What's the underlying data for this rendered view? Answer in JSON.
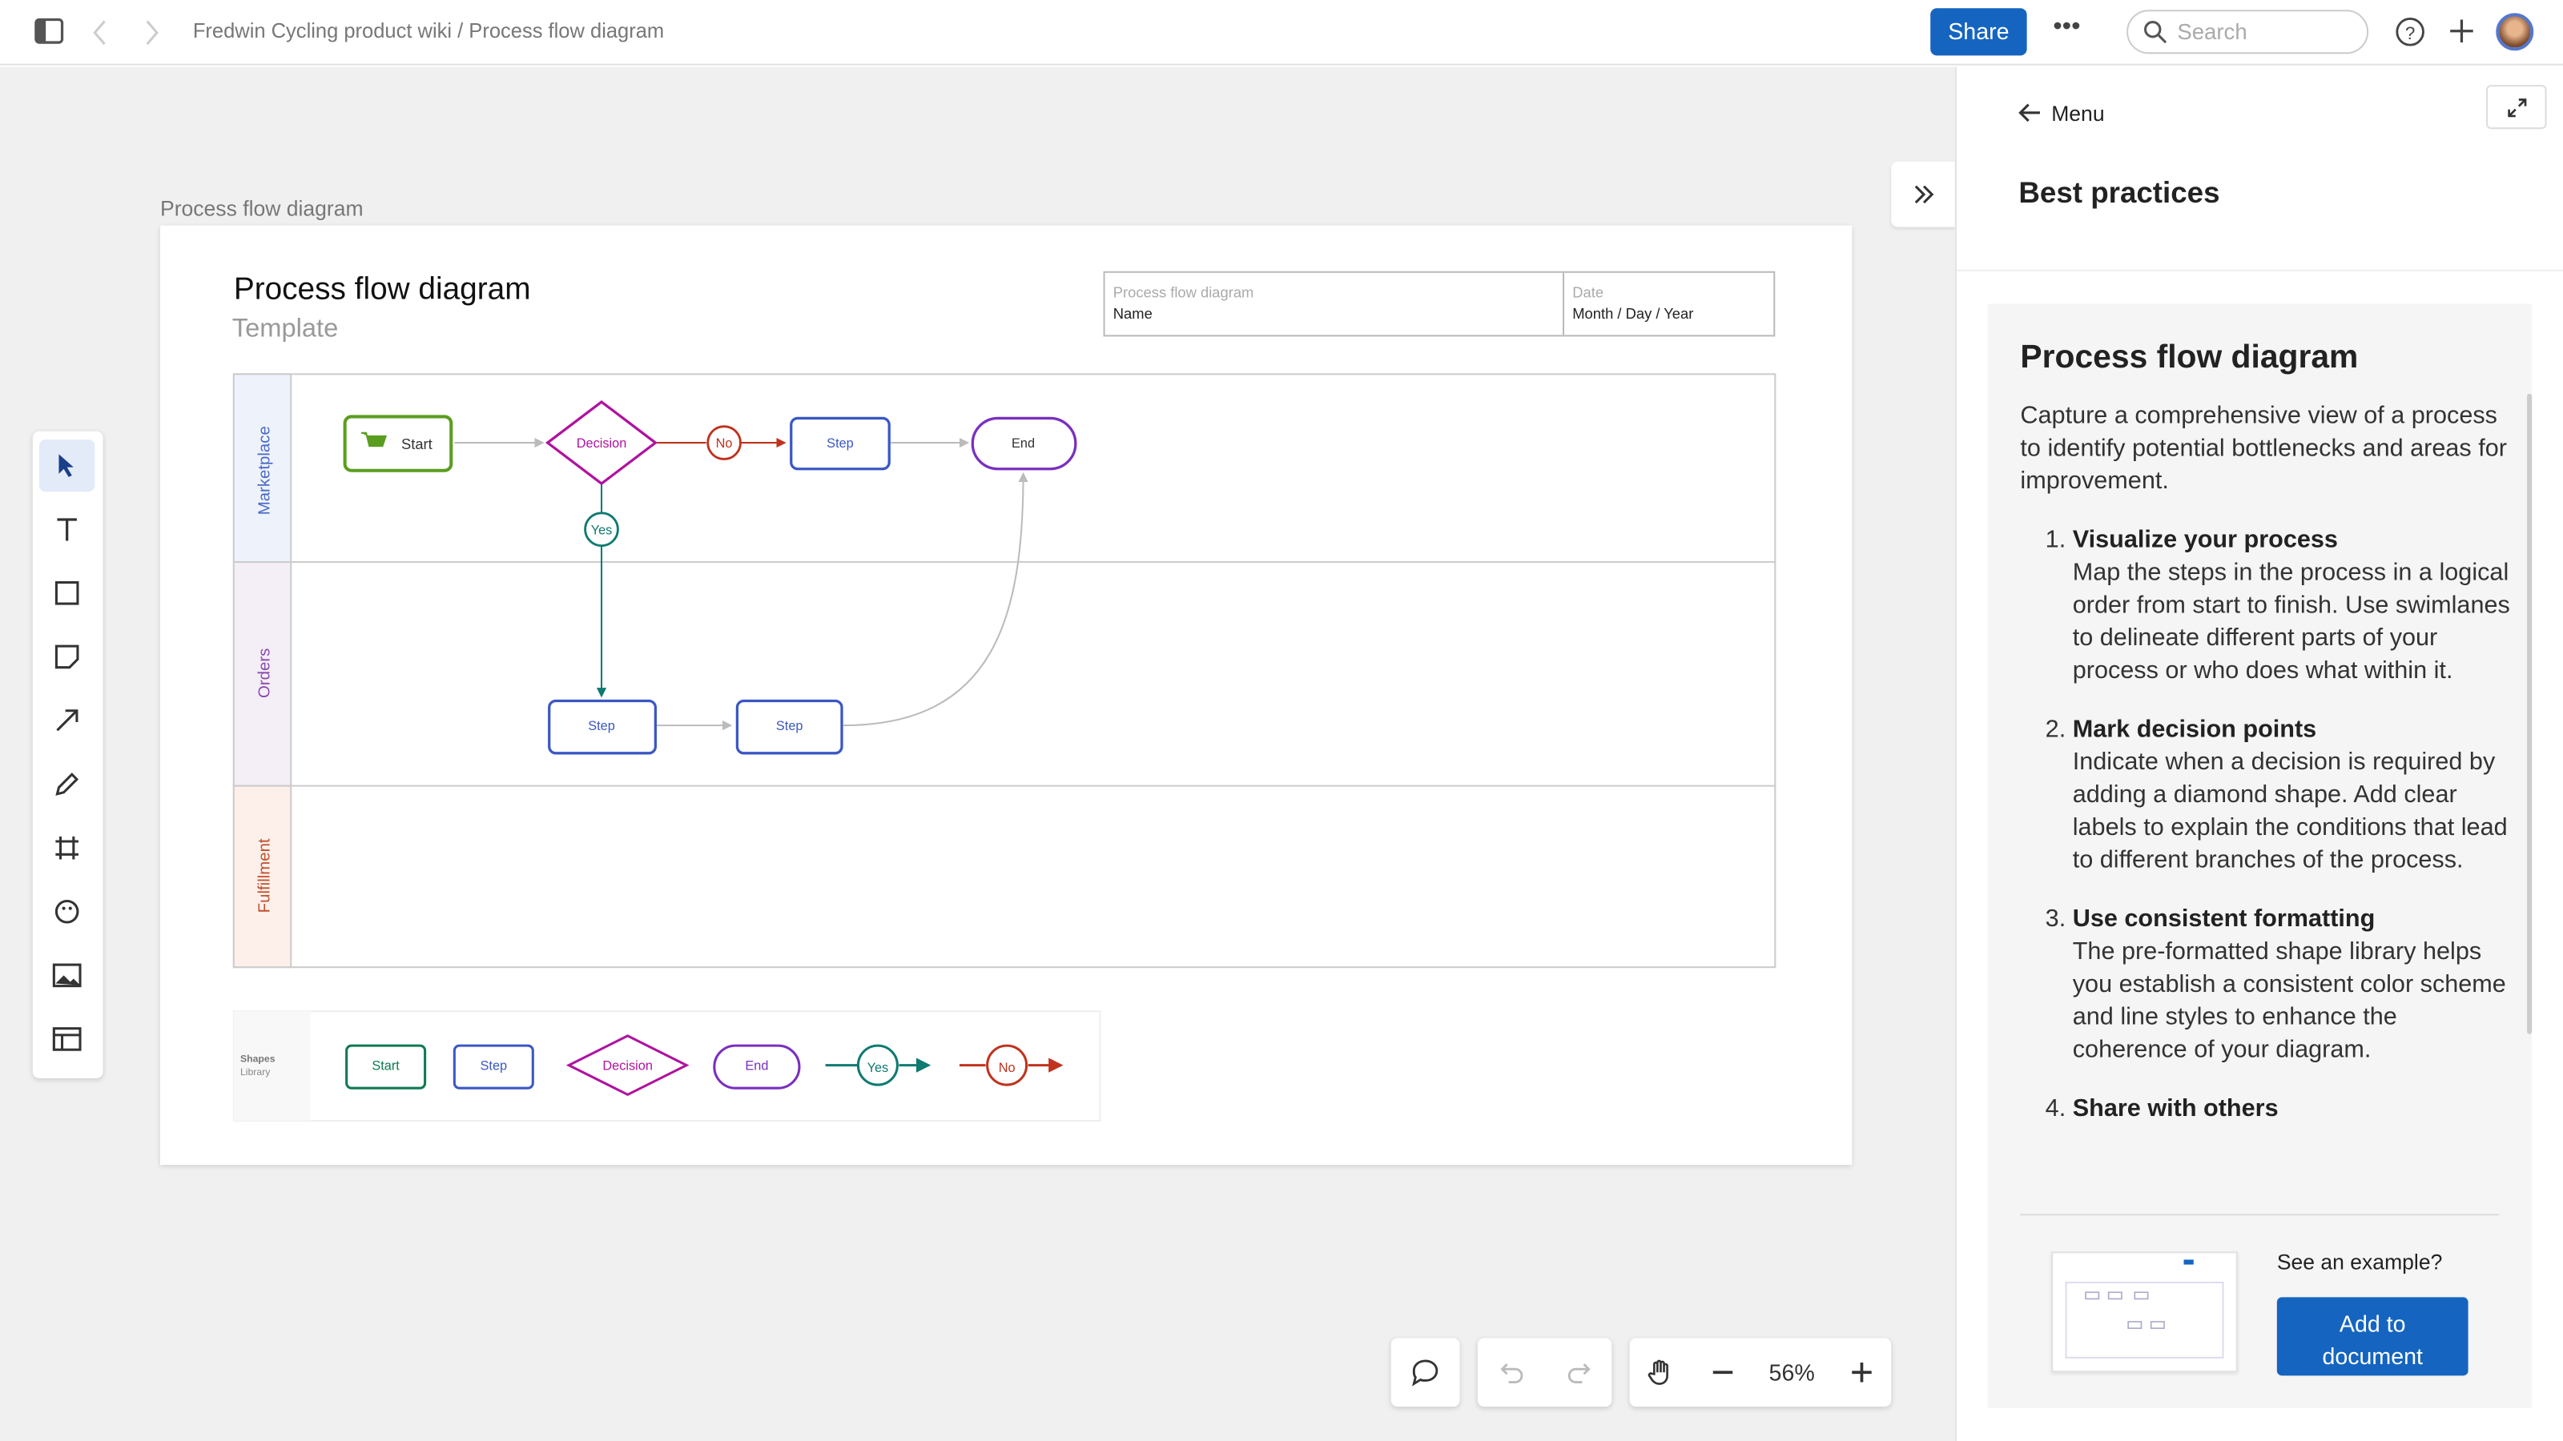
{
  "topbar": {
    "breadcrumb": "Fredwin Cycling product wiki / Process flow diagram",
    "share": "Share",
    "search_placeholder": "Search"
  },
  "frame": {
    "label": "Process flow diagram",
    "title": "Process flow diagram",
    "subtitle": "Template",
    "info": {
      "name_label": "Process flow diagram",
      "name_value": "Name",
      "date_label": "Date",
      "date_value": "Month / Day / Year"
    },
    "lanes": [
      "Marketplace",
      "Orders",
      "Fulfillment"
    ],
    "nodes": {
      "start": "Start",
      "decision": "Decision",
      "no": "No",
      "step1": "Step",
      "end": "End",
      "yes": "Yes",
      "step2": "Step",
      "step3": "Step"
    },
    "library": {
      "title": "Shapes",
      "subtitle": "Library",
      "start": "Start",
      "step": "Step",
      "decision": "Decision",
      "end": "End",
      "yes": "Yes",
      "no": "No"
    }
  },
  "bottom": {
    "zoom": "56%"
  },
  "panel": {
    "back": "Menu",
    "heading": "Best practices",
    "card_title": "Process flow diagram",
    "intro": "Capture a comprehensive view of a process to identify potential bottlenecks and areas for improvement.",
    "items": [
      {
        "title": "Visualize your process",
        "body": "Map the steps in the process in a logical order from start to finish. Use swimlanes to delineate different parts of your process or who does what within it."
      },
      {
        "title": "Mark decision points",
        "body": "Indicate when a decision is required by adding a diamond shape. Add clear labels to explain the conditions that lead to different branches of the process."
      },
      {
        "title": "Use consistent formatting",
        "body": "The pre-formatted shape library helps you establish a consistent color scheme and line styles to enhance the coherence of your diagram."
      },
      {
        "title": "Share with others",
        "body": ""
      }
    ],
    "example": "See an example?",
    "add_button": "Add to document"
  },
  "colors": {
    "accent": "#1565c0",
    "start": "#5a9e1f",
    "decision": "#b0139f",
    "step": "#3b57c4",
    "end": "#7a2fbf",
    "yes": "#0e7a70",
    "no": "#c0321d"
  }
}
